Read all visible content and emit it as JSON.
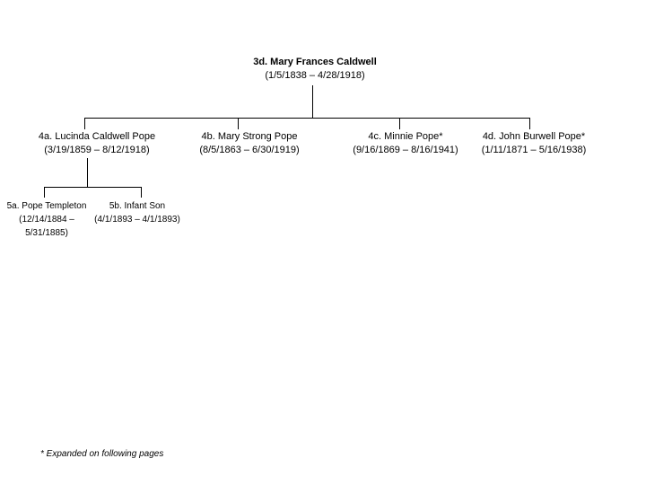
{
  "tree": {
    "root": {
      "name": "3d. Mary Frances Caldwell",
      "dates": "(1/5/1838 – 4/28/1918)"
    },
    "gen4": [
      {
        "name": "4a. Lucinda Caldwell Pope",
        "dates": "(3/19/1859 – 8/12/1918)"
      },
      {
        "name": "4b. Mary Strong Pope",
        "dates": "(8/5/1863 – 6/30/1919)"
      },
      {
        "name": "4c. Minnie Pope*",
        "dates": "(9/16/1869 – 8/16/1941)"
      },
      {
        "name": "4d. John Burwell Pope*",
        "dates": "(1/11/1871 – 5/16/1938)"
      }
    ],
    "gen5": [
      {
        "name": "5a. Pope Templeton",
        "dates": "(12/14/1884 –\n5/31/1885)"
      },
      {
        "name": "5b. Infant Son",
        "dates": "(4/1/1893 – 4/1/1893)"
      }
    ]
  },
  "footnote": "* Expanded on following pages",
  "colors": {
    "background": "#ffffff",
    "text": "#000000",
    "line": "#000000"
  }
}
